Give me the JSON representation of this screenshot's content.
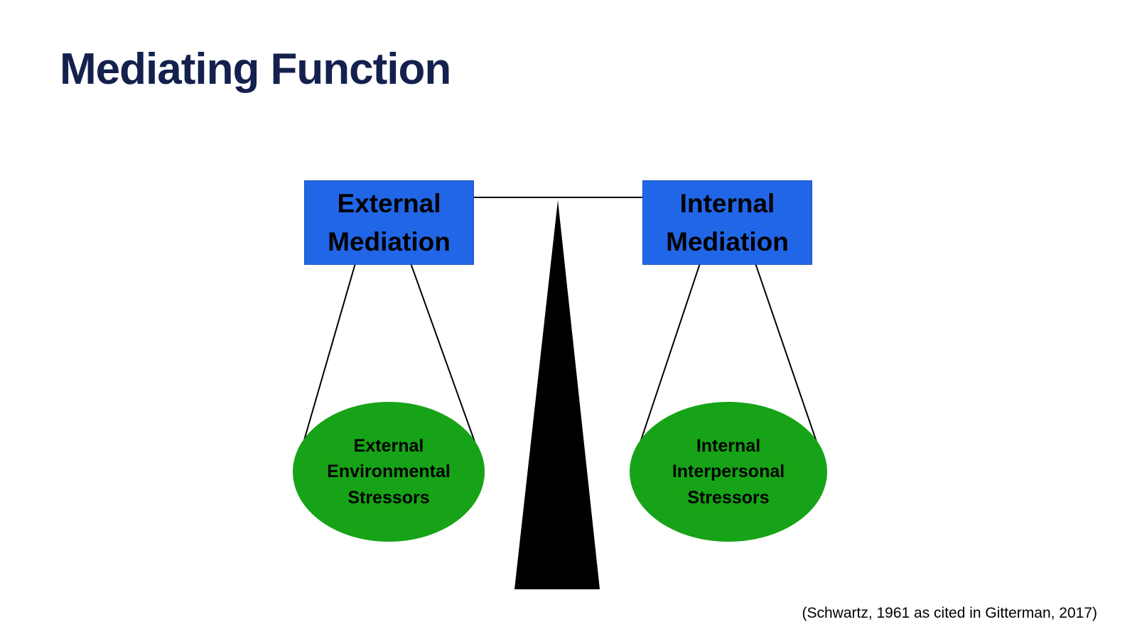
{
  "slide": {
    "title": "Mediating Function",
    "citation": "(Schwartz, 1961 as cited in Gitterman, 2017)"
  },
  "diagram": {
    "left_box": {
      "line1": "External",
      "line2": "Mediation"
    },
    "right_box": {
      "line1": "Internal",
      "line2": "Mediation"
    },
    "left_ellipse": {
      "line1": "External",
      "line2": "Environmental",
      "line3": "Stressors"
    },
    "right_ellipse": {
      "line1": "Internal",
      "line2": "Interpersonal",
      "line3": "Stressors"
    }
  },
  "colors": {
    "title-color": "#14214e",
    "box-blue": "#2266e8",
    "ellipse-green": "#17a317",
    "line-black": "#000000"
  }
}
